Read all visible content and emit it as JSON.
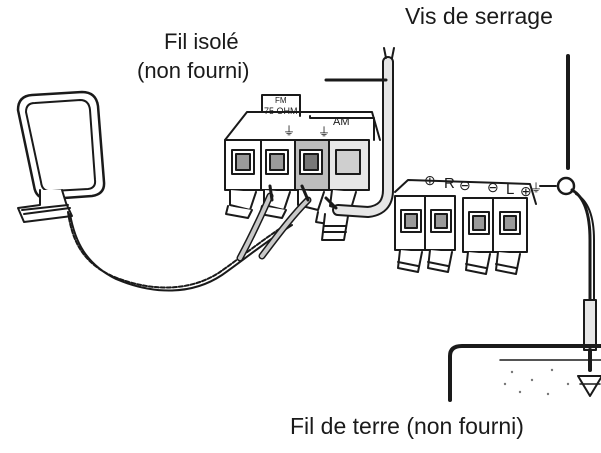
{
  "labels": {
    "insulated_wire": "Fil isolé",
    "insulated_wire_note": "(non fourni)",
    "clamp_screw": "Vis de serrage",
    "ground_wire": "Fil de terre (non fourni)"
  },
  "terminal_block": {
    "fm_label": "FM",
    "fm_impedance": "75 OHM",
    "am_label": "AM",
    "ground_symbol": "⏚"
  },
  "speaker_block": {
    "right_label": "R",
    "left_label": "L",
    "plus_symbol": "⊕",
    "minus_symbol": "⊖"
  },
  "colors": {
    "line": "#1a1a1a",
    "terminal_face": "#e6e6e6",
    "shade": "#9a9a9a",
    "cable": "#c8c8c8"
  }
}
